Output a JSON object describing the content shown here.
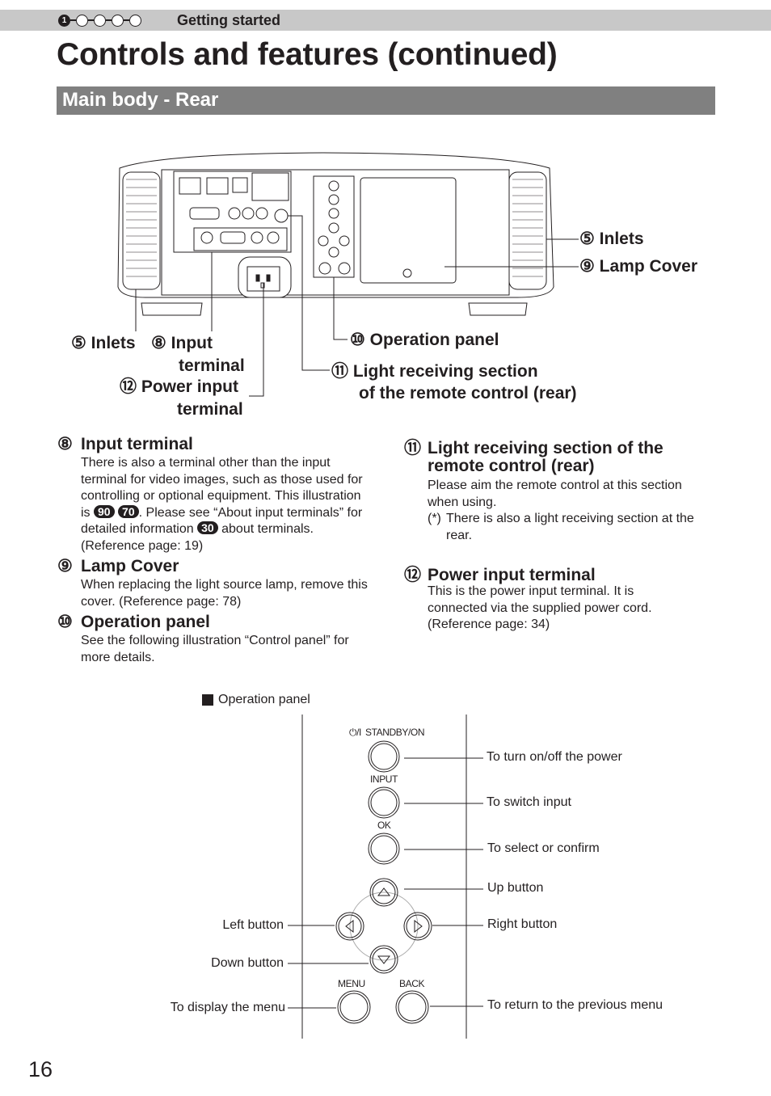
{
  "header": {
    "steps": [
      "1",
      "",
      "",
      "",
      ""
    ],
    "breadcrumb": "Getting started"
  },
  "title": "Controls and features (continued)",
  "section_title": "Main body - Rear",
  "diagram_callouts": {
    "inlets_right": "⑤ Inlets",
    "lamp_cover": "⑨ Lamp Cover",
    "inlets_left": "⑤ Inlets",
    "input_terminal_1": "⑧ Input",
    "input_terminal_2": "terminal",
    "power_input_1": "⑫ Power input",
    "power_input_2": "terminal",
    "operation_panel": "⑩ Operation panel",
    "light_receiving_1": "⑪ Light receiving section",
    "light_receiving_2": "of the remote control (rear)"
  },
  "items": {
    "input_terminal": {
      "num": "⑧",
      "heading": "Input terminal",
      "text_1": "There is also a terminal other than the input terminal for video images, such as those used for controlling or optional equipment. This illustration is",
      "badge_a": "90",
      "badge_b": "70",
      "text_2": ". Please see “About input terminals” for detailed information",
      "badge_c": "30",
      "text_3": "about terminals. (Reference page: 19)"
    },
    "lamp_cover": {
      "num": "⑨",
      "heading": "Lamp Cover",
      "text": "When replacing the light source lamp, remove this cover. (Reference page: 78)"
    },
    "operation_panel": {
      "num": "⑩",
      "heading": "Operation panel",
      "text": "See the following illustration “Control panel” for more details."
    },
    "light_receiving": {
      "num": "⑪",
      "heading_1": "Light receiving section of the",
      "heading_2": "remote control (rear)",
      "text": "Please aim the remote control at this section when using.",
      "note_prefix": "(*)",
      "note": "There is also a light receiving section at the rear."
    },
    "power_input": {
      "num": "⑫",
      "heading": "Power input terminal",
      "text": "This is the power input terminal. It is connected via the supplied power cord. (Reference page: 34)"
    }
  },
  "panel": {
    "caption": "Operation panel",
    "button_labels": {
      "standby": "STANDBY/ON",
      "standby_symbol": "⏻/I",
      "input": "INPUT",
      "ok": "OK",
      "menu": "MENU",
      "back": "BACK"
    },
    "annotations": {
      "power": "To turn on/off the power",
      "switch_input": "To switch input",
      "select": "To select or confirm",
      "up": "Up button",
      "right": "Right button",
      "left": "Left button",
      "down": "Down button",
      "display_menu": "To display the menu",
      "return": "To return to the previous menu"
    }
  },
  "page_number": "16"
}
